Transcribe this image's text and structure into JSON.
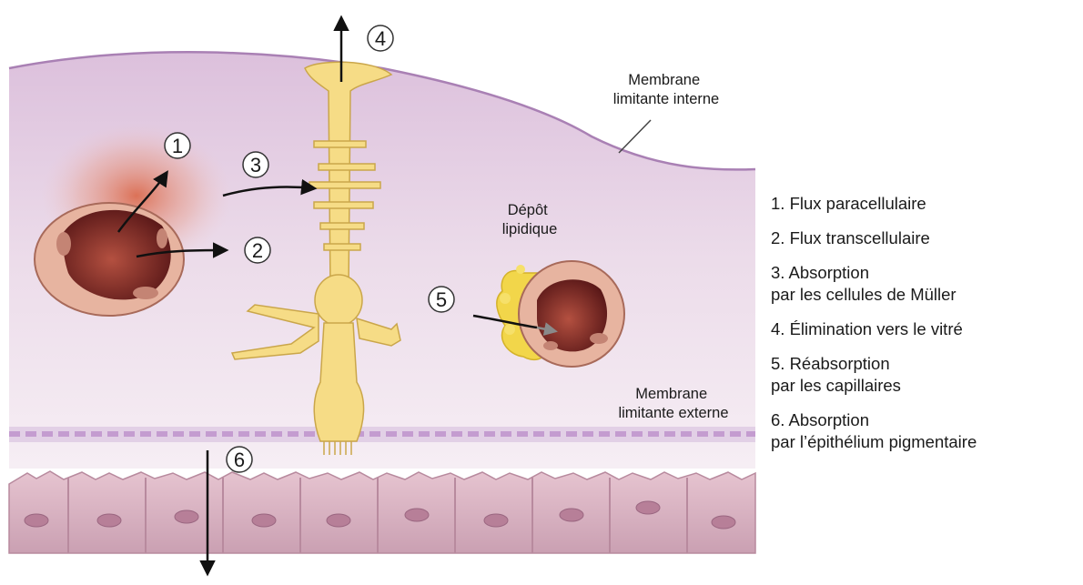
{
  "labels": {
    "membrane_interne": [
      "Membrane",
      "limitante interne"
    ],
    "membrane_externe": [
      "Membrane",
      "limitante externe"
    ],
    "depot": [
      "Dépôt",
      "lipidique"
    ]
  },
  "markers": [
    "1",
    "2",
    "3",
    "4",
    "5",
    "6"
  ],
  "legend": [
    "1. Flux paracellulaire",
    "2. Flux transcellulaire",
    "3. Absorption\npar les cellules de Müller",
    "4. Élimination vers le vitré",
    "5. Réabsorption\npar les capillaires",
    "6. Absorption\npar l’épithélium pigmentaire"
  ],
  "colors": {
    "retina": "#ead6e8",
    "muller": "#f6dc86",
    "vessel_wall": "#e9b6a2",
    "vessel_lumen": "#6e1f1f",
    "lipid": "#f2d64a",
    "epithelium": "#dcb2c0"
  }
}
